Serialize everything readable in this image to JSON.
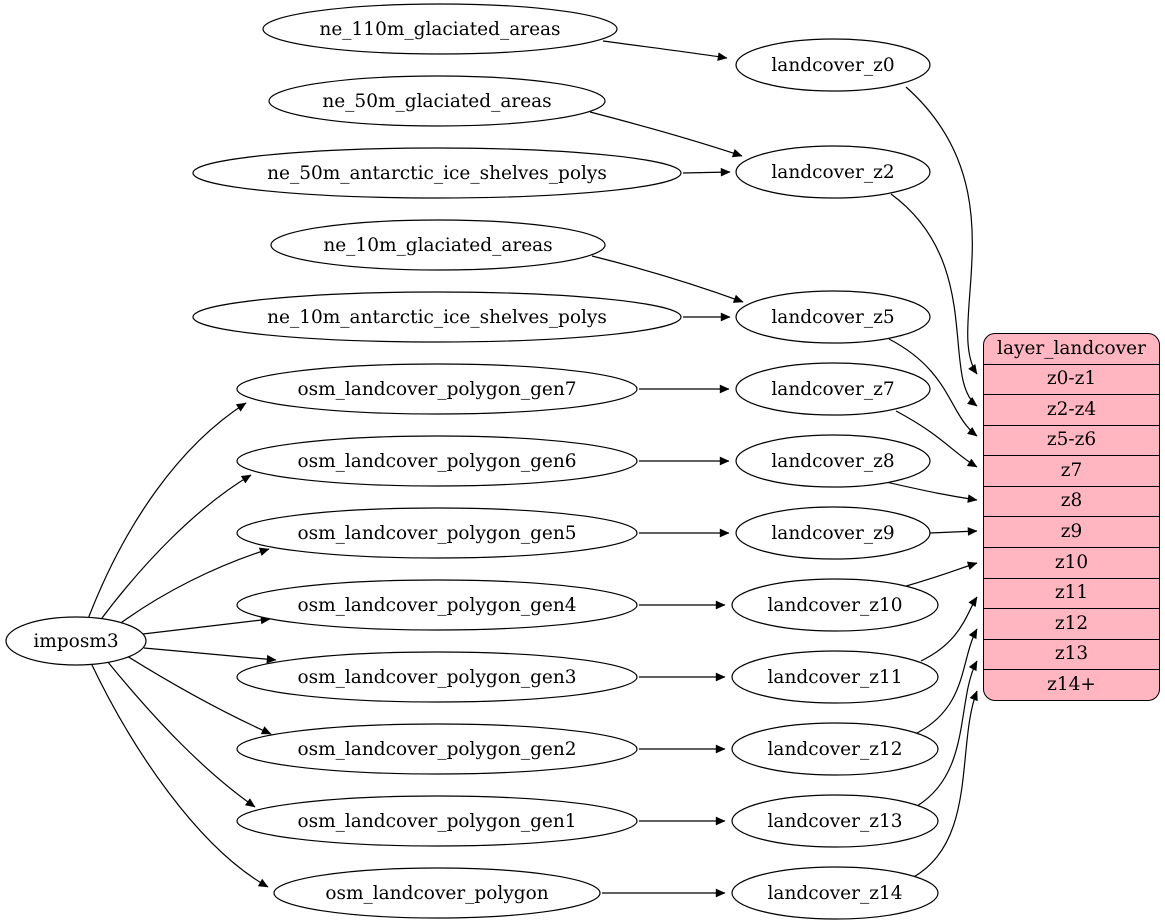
{
  "root_node": "imposm3",
  "source_nodes": [
    "ne_110m_glaciated_areas",
    "ne_50m_glaciated_areas",
    "ne_50m_antarctic_ice_shelves_polys",
    "ne_10m_glaciated_areas",
    "ne_10m_antarctic_ice_shelves_polys",
    "osm_landcover_polygon_gen7",
    "osm_landcover_polygon_gen6",
    "osm_landcover_polygon_gen5",
    "osm_landcover_polygon_gen4",
    "osm_landcover_polygon_gen3",
    "osm_landcover_polygon_gen2",
    "osm_landcover_polygon_gen1",
    "osm_landcover_polygon"
  ],
  "intermediate_nodes": [
    "landcover_z0",
    "landcover_z2",
    "landcover_z5",
    "landcover_z7",
    "landcover_z8",
    "landcover_z9",
    "landcover_z10",
    "landcover_z11",
    "landcover_z12",
    "landcover_z13",
    "landcover_z14"
  ],
  "table": {
    "title": "layer_landcover",
    "rows": [
      "z0-z1",
      "z2-z4",
      "z5-z6",
      "z7",
      "z8",
      "z9",
      "z10",
      "z11",
      "z12",
      "z13",
      "z14+"
    ]
  },
  "edges": [
    [
      "ne_110m_glaciated_areas",
      "landcover_z0"
    ],
    [
      "ne_50m_glaciated_areas",
      "landcover_z2"
    ],
    [
      "ne_50m_antarctic_ice_shelves_polys",
      "landcover_z2"
    ],
    [
      "ne_10m_glaciated_areas",
      "landcover_z5"
    ],
    [
      "ne_10m_antarctic_ice_shelves_polys",
      "landcover_z5"
    ],
    [
      "imposm3",
      "osm_landcover_polygon_gen7"
    ],
    [
      "imposm3",
      "osm_landcover_polygon_gen6"
    ],
    [
      "imposm3",
      "osm_landcover_polygon_gen5"
    ],
    [
      "imposm3",
      "osm_landcover_polygon_gen4"
    ],
    [
      "imposm3",
      "osm_landcover_polygon_gen3"
    ],
    [
      "imposm3",
      "osm_landcover_polygon_gen2"
    ],
    [
      "imposm3",
      "osm_landcover_polygon_gen1"
    ],
    [
      "imposm3",
      "osm_landcover_polygon"
    ],
    [
      "osm_landcover_polygon_gen7",
      "landcover_z7"
    ],
    [
      "osm_landcover_polygon_gen6",
      "landcover_z8"
    ],
    [
      "osm_landcover_polygon_gen5",
      "landcover_z9"
    ],
    [
      "osm_landcover_polygon_gen4",
      "landcover_z10"
    ],
    [
      "osm_landcover_polygon_gen3",
      "landcover_z11"
    ],
    [
      "osm_landcover_polygon_gen2",
      "landcover_z12"
    ],
    [
      "osm_landcover_polygon_gen1",
      "landcover_z13"
    ],
    [
      "osm_landcover_polygon",
      "landcover_z14"
    ],
    [
      "landcover_z0",
      "layer_landcover:z0-z1"
    ],
    [
      "landcover_z2",
      "layer_landcover:z2-z4"
    ],
    [
      "landcover_z5",
      "layer_landcover:z5-z6"
    ],
    [
      "landcover_z7",
      "layer_landcover:z7"
    ],
    [
      "landcover_z8",
      "layer_landcover:z8"
    ],
    [
      "landcover_z9",
      "layer_landcover:z9"
    ],
    [
      "landcover_z10",
      "layer_landcover:z10"
    ],
    [
      "landcover_z11",
      "layer_landcover:z11"
    ],
    [
      "landcover_z12",
      "layer_landcover:z12"
    ],
    [
      "landcover_z13",
      "layer_landcover:z13"
    ],
    [
      "landcover_z14",
      "layer_landcover:z14+"
    ]
  ],
  "colors": {
    "table_fill": "#ffb6c1",
    "node_fill": "#ffffff",
    "stroke": "#000000",
    "background": "#ffffff"
  }
}
